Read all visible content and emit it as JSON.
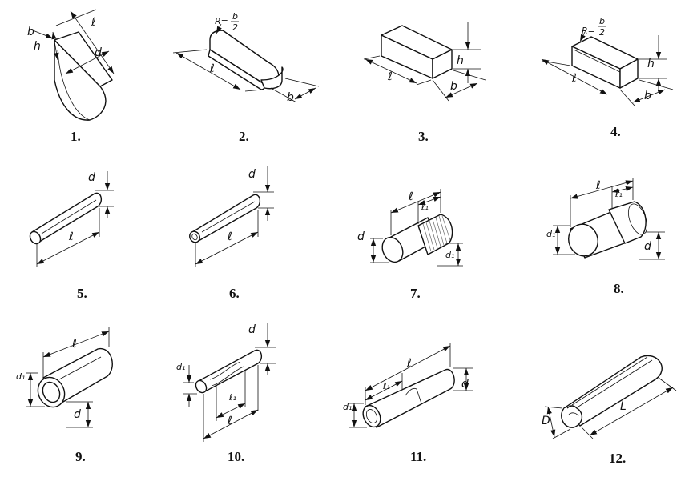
{
  "figures": [
    {
      "id": 1,
      "label": "1.",
      "type": "segmental key",
      "dims": {
        "l": "ℓ",
        "h": "h",
        "b": "b",
        "d": "d"
      }
    },
    {
      "id": 2,
      "label": "2.",
      "type": "prismatic key rounded ends",
      "dims": {
        "l": "ℓ",
        "b": "b",
        "r": "R=",
        "rnum": "b",
        "rden": "2"
      }
    },
    {
      "id": 3,
      "label": "3.",
      "type": "prismatic key square",
      "dims": {
        "l": "ℓ",
        "b": "b",
        "h": "h"
      }
    },
    {
      "id": 4,
      "label": "4.",
      "type": "prismatic key rounded edges",
      "dims": {
        "l": "ℓ",
        "b": "b",
        "h": "h",
        "r": "R=",
        "rnum": "b",
        "rden": "2"
      }
    },
    {
      "id": 5,
      "label": "5.",
      "type": "cylindrical pin",
      "dims": {
        "l": "ℓ",
        "d": "d"
      }
    },
    {
      "id": 6,
      "label": "6.",
      "type": "taper pin",
      "dims": {
        "l": "ℓ",
        "d": "d"
      }
    },
    {
      "id": 7,
      "label": "7.",
      "type": "knurled pin",
      "dims": {
        "l": "ℓ",
        "l1": "ℓ₁",
        "d": "d",
        "d1": "d₁"
      }
    },
    {
      "id": 8,
      "label": "8.",
      "type": "stepped pin",
      "dims": {
        "l": "ℓ",
        "l1": "ℓ₁",
        "d": "d",
        "d1": "d₁"
      }
    },
    {
      "id": 9,
      "label": "9.",
      "type": "hollow pin",
      "dims": {
        "l": "ℓ",
        "d": "d",
        "d1": "d₁"
      }
    },
    {
      "id": 10,
      "label": "10.",
      "type": "grooved pin",
      "dims": {
        "l": "ℓ",
        "l1": "ℓ₁",
        "d": "d",
        "d1": "d₁"
      }
    },
    {
      "id": 11,
      "label": "11.",
      "type": "split taper pin",
      "dims": {
        "l": "ℓ",
        "l1": "ℓ₁",
        "d": "d",
        "d1": "d₁"
      }
    },
    {
      "id": 12,
      "label": "12.",
      "type": "spring pin",
      "dims": {
        "L": "L",
        "D": "D"
      }
    }
  ]
}
